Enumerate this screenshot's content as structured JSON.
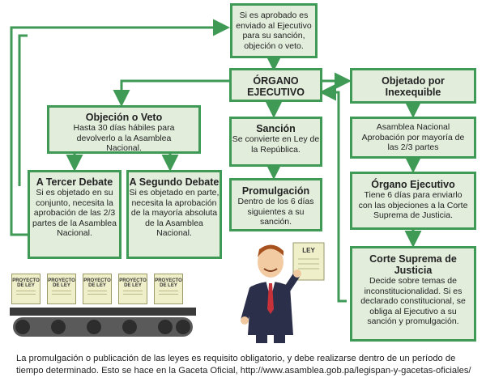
{
  "boxes": {
    "aprobado": {
      "body": "Si es aprobado es enviado al Ejecutivo para su sanción, objeción o veto."
    },
    "organo": {
      "title": "ÓRGANO EJECUTIVO"
    },
    "inexequible": {
      "title": "Objetado por Inexequible"
    },
    "objecion": {
      "title": "Objeción o Veto",
      "body": "Hasta 30 días hábiles para devolverlo a la Asamblea Nacional."
    },
    "sancion": {
      "title": "Sanción",
      "body": "Se convierte en Ley de la República."
    },
    "asamblea": {
      "body": "Asamblea Nacional Aprobación por mayoría de las 2/3 partes"
    },
    "tercer": {
      "title": "A Tercer Debate",
      "body": "Si es objetado en su conjunto, necesita la aprobación de las 2/3 partes de la Asamblea Nacional."
    },
    "segundo": {
      "title": "A Segundo Debate",
      "body": "Si es objetado en parte, necesita la aprobación de la mayoría absoluta de la Asamblea Nacional."
    },
    "promulgacion": {
      "title": "Promulgación",
      "body": "Dentro de los 6 días siguientes a su sanción."
    },
    "organo_ej": {
      "title": "Órgano Ejecutivo",
      "body": "Tiene 6 días para enviarlo con las objeciones a la Corte Suprema de Justicia."
    },
    "corte": {
      "title": "Corte Suprema de Justicia",
      "body": "Decide sobre temas de inconstitucionalidad. Si es declarado constitucional, se obliga al Ejecutivo a su sanción y promulgación."
    }
  },
  "illustration": {
    "sign_text": "LEY",
    "doc_label": "PROYECTO DE LEY"
  },
  "caption": "La promulgación  o publicación de las leyes es requisito obligatorio, y debe realizarse dentro de un período de tiempo determinado. Esto se hace en la Gaceta Oficial, http://www.asamblea.gob.pa/legispan-y-gacetas-oficiales/",
  "colors": {
    "border": "#3e9a55",
    "fill": "#e2eddc",
    "arrow": "#3e9a55"
  }
}
